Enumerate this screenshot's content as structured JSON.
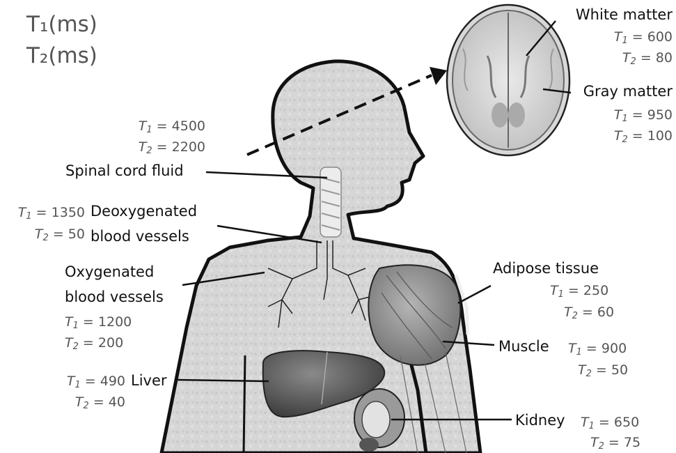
{
  "legend": {
    "t1": "T₁(ms)",
    "t2": "T₂(ms)"
  },
  "tissues": {
    "white_matter": {
      "name": "White matter",
      "t1": "T1 = 600",
      "t2": "T2 = 80"
    },
    "gray_matter": {
      "name": "Gray matter",
      "t1": "T1 = 950",
      "t2": "T2 = 100"
    },
    "spinal_cord_fluid": {
      "name": "Spinal cord fluid",
      "t1": "T1 = 4500",
      "t2": "T2 = 2200"
    },
    "deoxygenated_blood": {
      "name_line1": "Deoxygenated",
      "name_line2": "blood vessels",
      "t1": "T1 = 1350",
      "t2": "T2 = 50"
    },
    "oxygenated_blood": {
      "name_line1": "Oxygenated",
      "name_line2": "blood vessels",
      "t1": "T1 = 1200",
      "t2": "T2 = 200"
    },
    "adipose": {
      "name": "Adipose tissue",
      "t1": "T1 = 250",
      "t2": "T2 = 60"
    },
    "muscle": {
      "name": "Muscle",
      "t1": "T1 = 900",
      "t2": "T2 = 50"
    },
    "liver": {
      "name": "Liver",
      "t1": "T1 = 490",
      "t2": "T2 = 40"
    },
    "kidney": {
      "name": "Kidney",
      "t1": "T1 = 650",
      "t2": "T2 = 75"
    }
  }
}
